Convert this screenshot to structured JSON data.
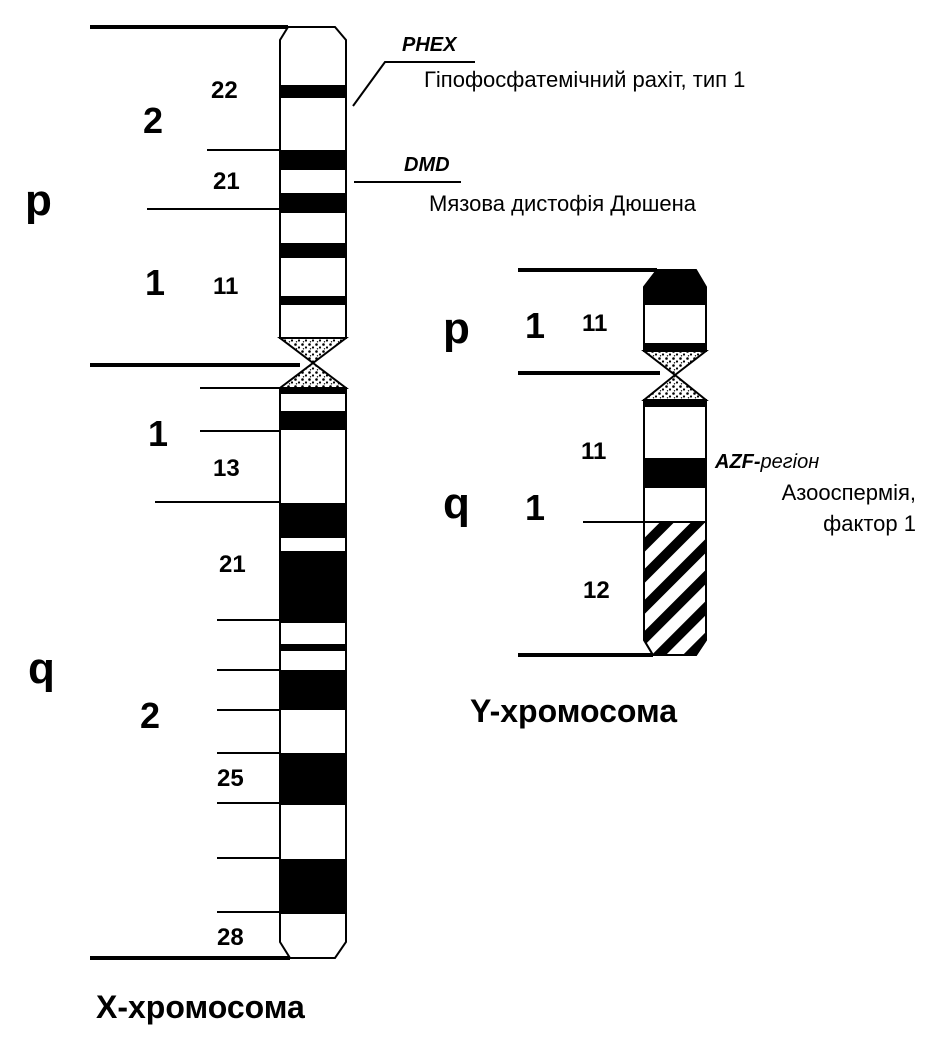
{
  "x_chromosome": {
    "title": "X-хромосома",
    "arms": {
      "p": "p",
      "q": "q"
    },
    "regions": {
      "p2": "2",
      "p1": "1",
      "q1": "1",
      "q2": "2"
    },
    "bands": {
      "p22": "22",
      "p21": "21",
      "p11": "11",
      "q13": "13",
      "q21": "21",
      "q25": "25",
      "q28": "28"
    },
    "genes": [
      {
        "symbol": "PHEX",
        "disease": "Гіпофосфатемічний рахіт, тип 1"
      },
      {
        "symbol": "DMD",
        "disease": "Мязова дистофія Дюшена"
      }
    ]
  },
  "y_chromosome": {
    "title": "Y-хромосома",
    "arms": {
      "p": "p",
      "q": "q"
    },
    "regions": {
      "p1": "1",
      "q1": "1"
    },
    "bands": {
      "p11": "11",
      "q11": "11",
      "q12": "12"
    },
    "azf": {
      "symbol": "AZF-",
      "suffix": "регіон",
      "disease_line1": "Азооспермія,",
      "disease_line2": "фактор 1"
    }
  },
  "colors": {
    "ink": "#000000",
    "paper": "#ffffff"
  }
}
